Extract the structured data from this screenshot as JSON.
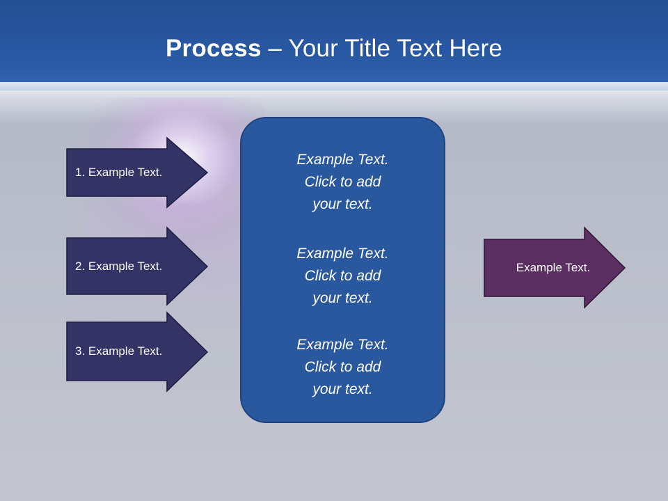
{
  "slide": {
    "title_bold": "Process",
    "title_rest": " – Your Title Text Here"
  },
  "inputs": [
    {
      "label": "1. Example Text."
    },
    {
      "label": "2. Example Text."
    },
    {
      "label": "3. Example Text."
    }
  ],
  "center": {
    "blocks": [
      {
        "text": "Example Text.\nClick  to add\nyour text."
      },
      {
        "text": "Example Text.\nClick  to add\nyour text."
      },
      {
        "text": "Example Text.\nClick  to add\nyour text."
      }
    ]
  },
  "output": {
    "label": "Example Text."
  },
  "colors": {
    "input_arrow": "#333366",
    "output_arrow": "#5c2f63",
    "center_box": "#2a589f",
    "title_band": "#2a5aa6"
  }
}
